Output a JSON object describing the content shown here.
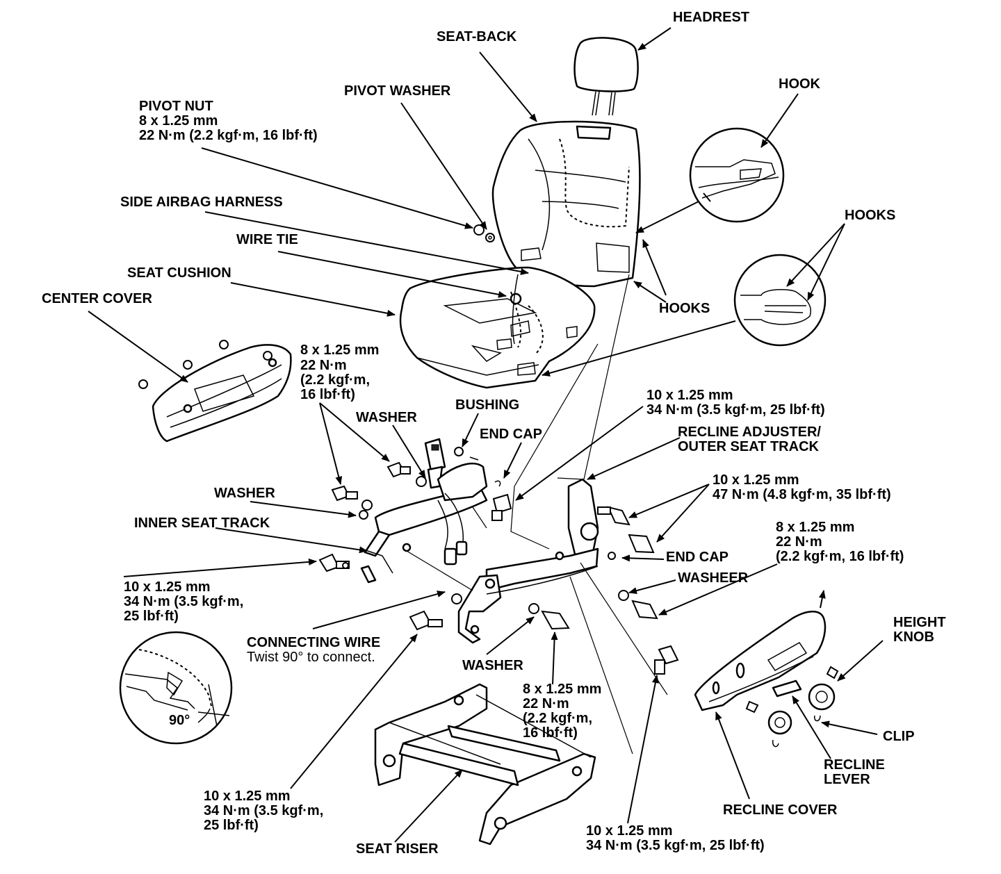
{
  "labels": {
    "headrest": "HEADREST",
    "seat_back": "SEAT-BACK",
    "hook": "HOOK",
    "pivot_washer": "PIVOT WASHER",
    "pivot_nut": {
      "line1": "PIVOT NUT",
      "line2": "8 x 1.25 mm",
      "line3": "22 N·m (2.2 kgf·m, 16 lbf·ft)"
    },
    "side_airbag_harness": "SIDE AIRBAG HARNESS",
    "hooks_upper": "HOOKS",
    "wire_tie": "WIRE TIE",
    "seat_cushion": "SEAT CUSHION",
    "hooks_lower": "HOOKS",
    "center_cover": "CENTER COVER",
    "bolt_cover": {
      "line1": "8 x 1.25 mm",
      "line2": "22 N·m",
      "line3": "(2.2 kgf·m,",
      "line4": "16 lbf·ft)"
    },
    "bushing": "BUSHING",
    "washer_top": "WASHER",
    "end_cap_top": "END CAP",
    "bolt_recline_top": {
      "line1": "10 x 1.25 mm",
      "line2": "34 N·m (3.5 kgf·m, 25 lbf·ft)"
    },
    "recline_adjuster": {
      "line1": "RECLINE ADJUSTER/",
      "line2": "OUTER SEAT TRACK"
    },
    "bolt_47": {
      "line1": "10 x 1.25 mm",
      "line2": "47 N·m (4.8 kgf·m, 35 lbf·ft)"
    },
    "washer_left": "WASHER",
    "inner_seat_track": "INNER SEAT TRACK",
    "end_cap_right": "END CAP",
    "bolt_right_8": {
      "line1": "8 x 1.25 mm",
      "line2": "22 N·m",
      "line3": "(2.2 kgf·m, 16 lbf·ft)"
    },
    "washeer": "WASHEER",
    "bolt_left_10": {
      "line1": "10 x 1.25 mm",
      "line2": "34 N·m (3.5 kgf·m,",
      "line3": "25 lbf·ft)"
    },
    "connecting_wire": {
      "line1": "CONNECTING WIRE",
      "line2": "Twist 90° to connect."
    },
    "height_knob": {
      "line1": "HEIGHT",
      "line2": "KNOB"
    },
    "washer_bottom": "WASHER",
    "bolt_mid_8": {
      "line1": "8 x 1.25 mm",
      "line2": "22 N·m",
      "line3": "(2.2 kgf·m,",
      "line4": "16 lbf·ft)"
    },
    "angle": "90°",
    "clip": "CLIP",
    "recline_lever": {
      "line1": "RECLINE",
      "line2": "LEVER"
    },
    "recline_cover": "RECLINE COVER",
    "bolt_riser": {
      "line1": "10 x 1.25 mm",
      "line2": "34 N·m (3.5 kgf·m,",
      "line3": "25 lbf·ft)"
    },
    "bolt_bottom": {
      "line1": "10 x 1.25 mm",
      "line2": "34 N·m (3.5 kgf·m, 25 lbf·ft)"
    },
    "seat_riser": "SEAT RISER"
  }
}
